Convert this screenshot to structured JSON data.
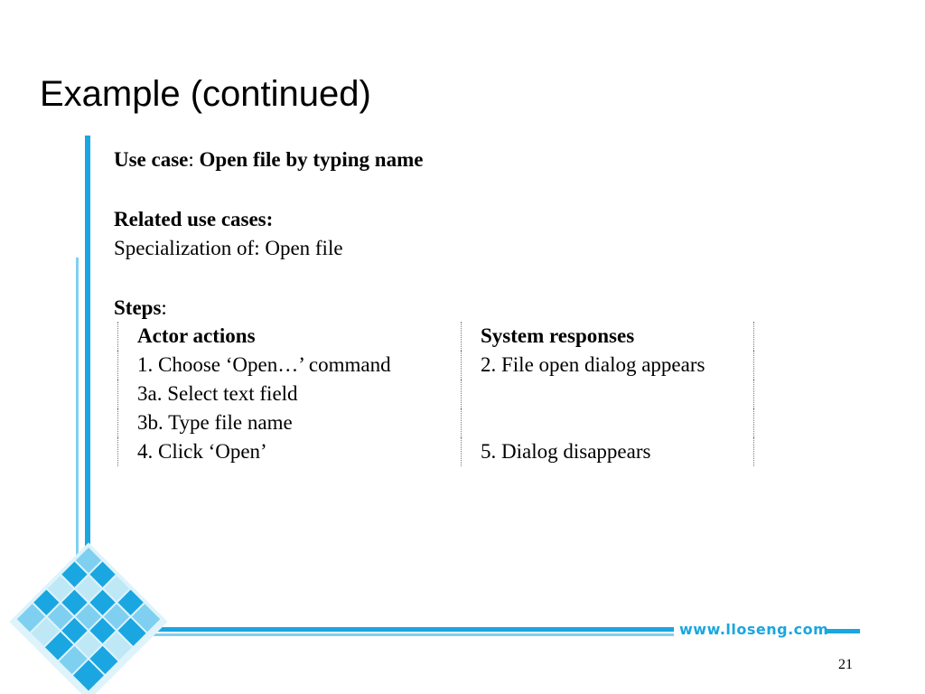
{
  "slide": {
    "title": "Example (continued)",
    "page_number": "21",
    "website": "www.lloseng.com"
  },
  "use_case": {
    "label": "Use case",
    "colon": ":",
    "value": "Open file by typing name"
  },
  "related": {
    "heading": "Related use cases:",
    "text": "Specialization of: Open file"
  },
  "steps": {
    "label": "Steps",
    "colon": ":",
    "headers": [
      "Actor actions",
      "System responses"
    ],
    "rows": [
      [
        "1. Choose ‘Open…’ command",
        "2. File open dialog appears"
      ],
      [
        "3a. Select text field",
        ""
      ],
      [
        "3b. Type file name",
        ""
      ],
      [
        "4. Click ‘Open’",
        "5. Dialog disappears"
      ]
    ]
  },
  "colors": {
    "accent": "#1aa6e0",
    "accent_light": "#7fd0f0"
  }
}
